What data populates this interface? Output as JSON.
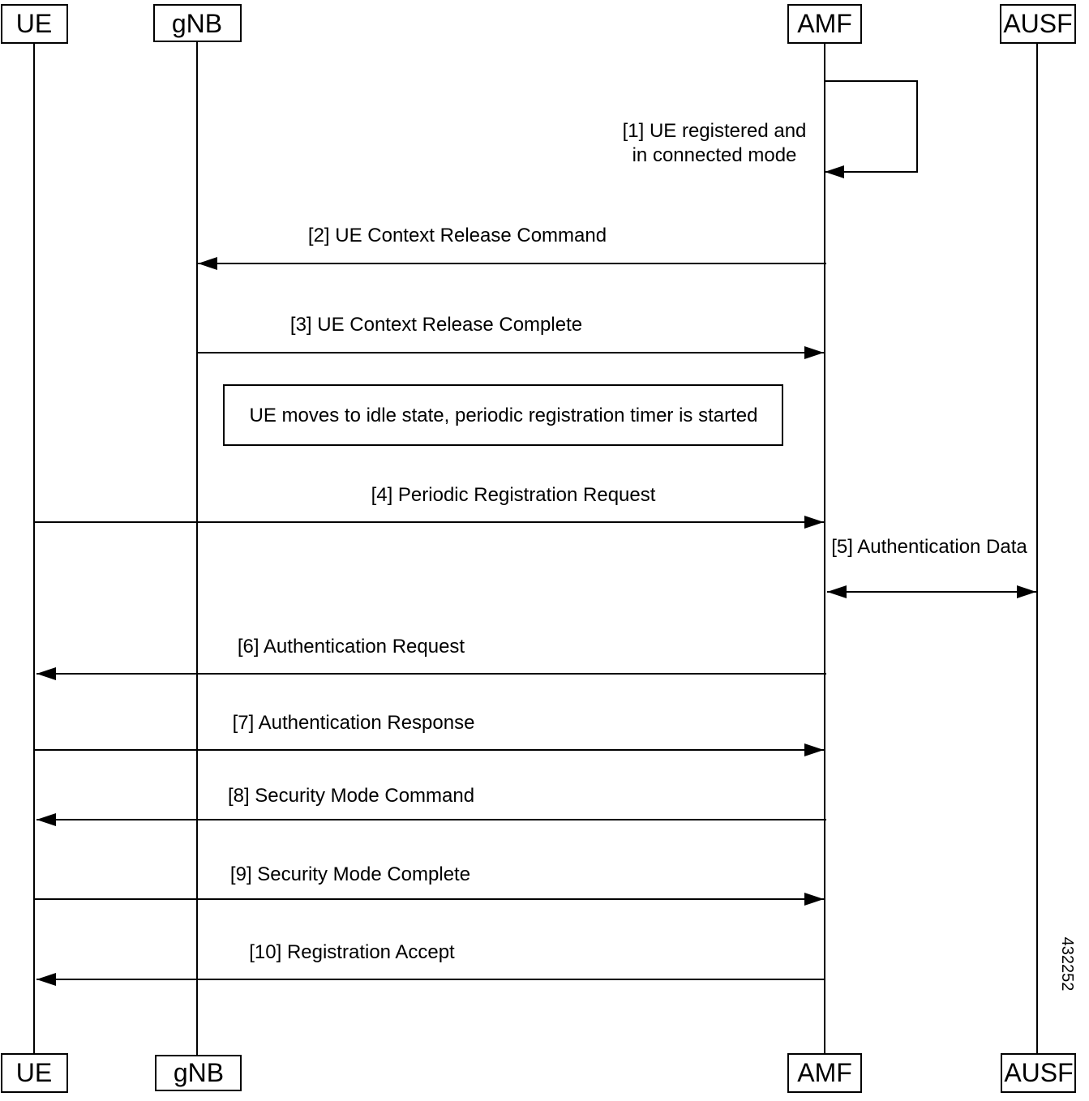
{
  "participants": [
    {
      "id": "ue",
      "label": "UE"
    },
    {
      "id": "gnb",
      "label": "gNB"
    },
    {
      "id": "amf",
      "label": "AMF"
    },
    {
      "id": "ausf",
      "label": "AUSF"
    }
  ],
  "messages": [
    {
      "label_lines": [
        "[1] UE registered and",
        "in connected mode"
      ],
      "from": "amf",
      "to": "amf",
      "kind": "self"
    },
    {
      "label_lines": [
        "[2] UE Context Release Command"
      ],
      "from": "amf",
      "to": "gnb",
      "kind": "arrow"
    },
    {
      "label_lines": [
        "[3] UE Context Release Complete"
      ],
      "from": "gnb",
      "to": "amf",
      "kind": "arrow"
    },
    {
      "label_lines": [
        "[4] Periodic Registration Request"
      ],
      "from": "ue",
      "to": "amf",
      "kind": "arrow"
    },
    {
      "label_lines": [
        "[5] Authentication Data"
      ],
      "from": "amf",
      "to": "ausf",
      "kind": "bidirectional"
    },
    {
      "label_lines": [
        "[6] Authentication Request"
      ],
      "from": "amf",
      "to": "ue",
      "kind": "arrow"
    },
    {
      "label_lines": [
        "[7] Authentication Response"
      ],
      "from": "ue",
      "to": "amf",
      "kind": "arrow"
    },
    {
      "label_lines": [
        "[8] Security Mode Command"
      ],
      "from": "amf",
      "to": "ue",
      "kind": "arrow"
    },
    {
      "label_lines": [
        "[9] Security Mode Complete"
      ],
      "from": "ue",
      "to": "amf",
      "kind": "arrow"
    },
    {
      "label_lines": [
        "[10] Registration Accept"
      ],
      "from": "amf",
      "to": "ue",
      "kind": "arrow"
    }
  ],
  "note": {
    "text": "UE moves to idle state, periodic registration timer is started"
  },
  "figure_id": "432252"
}
